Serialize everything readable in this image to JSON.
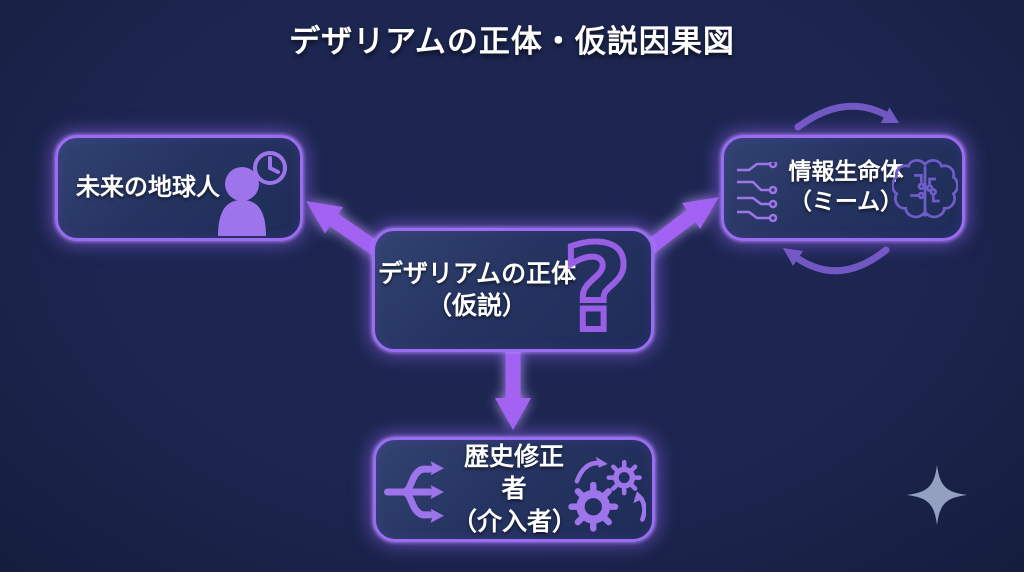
{
  "title": "デザリアムの正体・仮説因果図",
  "colors": {
    "bg": "#1c2650",
    "node-border": "#9a6cf2",
    "node-fill-a": "#324372",
    "node-fill-b": "#1e2c58",
    "arrow": "#a362f2",
    "cycle-arrow": "#7b5ecf",
    "glow": "#c39bff",
    "icon": "#9e74ea",
    "brain": "#6e5cc8",
    "text": "#ffffff",
    "sparkle": "#93a0bf"
  },
  "nodes": {
    "center": {
      "line1": "デザリアムの正体",
      "line2": "（仮説）",
      "icon": "question-mark-icon",
      "icon_glyph": "?"
    },
    "future_human": {
      "line1": "未来の地球人",
      "icon": "person-clock-icon"
    },
    "info_lifeform": {
      "line1": "情報生命体",
      "line2": "（ミーム）",
      "icon_left": "circuit-lines-icon",
      "icon_right": "brain-circuit-icon",
      "decoration": "cycle-loop-arrows"
    },
    "history_revisionist": {
      "line1": "歴史修正者",
      "line2": "（介入者）",
      "icon_left": "branch-split-arrows-icon",
      "icon_right": "gears-cycle-icon"
    }
  },
  "edges": [
    {
      "from": "center",
      "to": "future_human",
      "style": "thick-purple-arrow"
    },
    {
      "from": "center",
      "to": "info_lifeform",
      "style": "thick-purple-arrow"
    },
    {
      "from": "center",
      "to": "history_revisionist",
      "style": "thick-purple-arrow"
    }
  ],
  "decorations": {
    "sparkle": "four-point-star"
  }
}
